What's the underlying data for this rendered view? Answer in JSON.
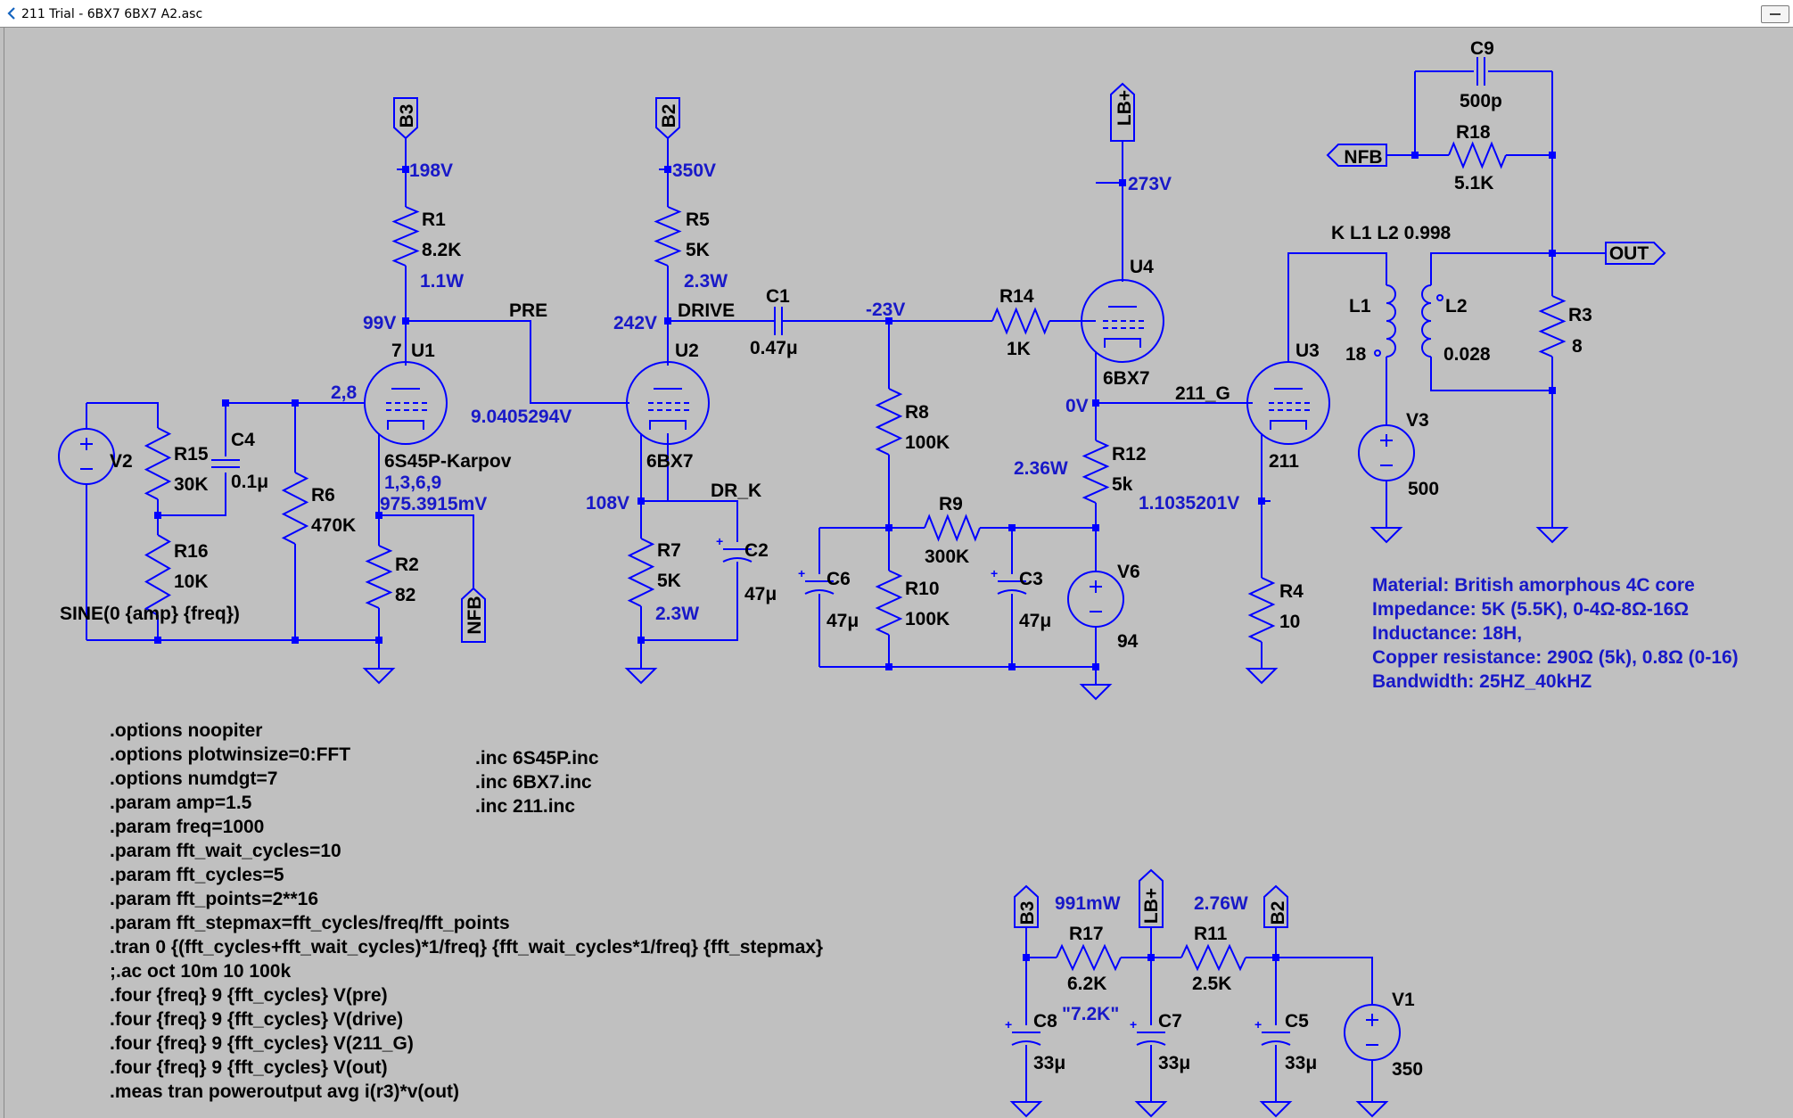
{
  "window": {
    "title": "211 Trial - 6BX7 6BX7 A2.asc"
  },
  "colors": {
    "wire": "#0000ff",
    "node_label": "#1818c8",
    "text": "#000000",
    "background": "#c0c0c0"
  },
  "ports": {
    "b3_top": "B3",
    "b2_top": "B2",
    "lbplus_top": "LB+",
    "nfb_right": "NFB",
    "nfb_bottom": "NFB",
    "out": "OUT",
    "b3_psu": "B3",
    "lbplus_psu": "LB+",
    "b2_psu": "B2"
  },
  "voltages": {
    "v198": "198V",
    "v350": "350V",
    "v273": "273V",
    "v99": "99V",
    "v242": "242V",
    "vm23": "-23V",
    "v0": "0V",
    "v9040": "9.0405294V",
    "v975": "975.3915mV",
    "v108": "108V",
    "v11035": "1.1035201V"
  },
  "powers": {
    "r1": "1.1W",
    "r5": "2.3W",
    "r7": "2.3W",
    "r12": "2.36W",
    "r17": "991mW",
    "r11": "2.76W"
  },
  "nets": {
    "pre": "PRE",
    "drive": "DRIVE",
    "dr_k": "DR_K",
    "g211": "211_G"
  },
  "coupling": "K L1 L2 0.998",
  "components": {
    "r1": {
      "name": "R1",
      "value": "8.2K"
    },
    "r5": {
      "name": "R5",
      "value": "5K"
    },
    "c1": {
      "name": "C1",
      "value": "0.47μ"
    },
    "r14": {
      "name": "R14",
      "value": "1K"
    },
    "u1": {
      "name": "U1",
      "pin": "7",
      "pins_g": "2,8",
      "pins_k": "1,3,6,9",
      "model": "6S45P-Karpov"
    },
    "u2": {
      "name": "U2",
      "model": "6BX7"
    },
    "u4": {
      "name": "U4",
      "model": "6BX7"
    },
    "u3": {
      "name": "U3",
      "model": "211"
    },
    "v2": {
      "name": "V2",
      "value": "SINE(0 {amp} {freq})"
    },
    "r15": {
      "name": "R15",
      "value": "30K"
    },
    "c4": {
      "name": "C4",
      "value": "0.1μ"
    },
    "r16": {
      "name": "R16",
      "value": "10K"
    },
    "r6": {
      "name": "R6",
      "value": "470K"
    },
    "r2": {
      "name": "R2",
      "value": "82"
    },
    "r7": {
      "name": "R7",
      "value": "5K"
    },
    "c2": {
      "name": "C2",
      "value": "47μ"
    },
    "r8": {
      "name": "R8",
      "value": "100K"
    },
    "r9": {
      "name": "R9",
      "value": "300K"
    },
    "c6": {
      "name": "C6",
      "value": "47μ"
    },
    "r10": {
      "name": "R10",
      "value": "100K"
    },
    "c3": {
      "name": "C3",
      "value": "47μ"
    },
    "r12": {
      "name": "R12",
      "value": "5k"
    },
    "v6": {
      "name": "V6",
      "value": "94"
    },
    "r4": {
      "name": "R4",
      "value": "10"
    },
    "l1": {
      "name": "L1",
      "value": "18"
    },
    "l2": {
      "name": "L2",
      "value": "0.028"
    },
    "v3": {
      "name": "V3",
      "value": "500"
    },
    "r3": {
      "name": "R3",
      "value": "8"
    },
    "c9": {
      "name": "C9",
      "value": "500p"
    },
    "r18": {
      "name": "R18",
      "value": "5.1K"
    },
    "r17": {
      "name": "R17",
      "value": "6.2K",
      "note": "\"7.2K\""
    },
    "r11": {
      "name": "R11",
      "value": "2.5K"
    },
    "c8": {
      "name": "C8",
      "value": "33μ"
    },
    "c7": {
      "name": "C7",
      "value": "33μ"
    },
    "c5": {
      "name": "C5",
      "value": "33μ"
    },
    "v1": {
      "name": "V1",
      "value": "350"
    }
  },
  "transformer_notes": [
    "Material: British amorphous 4C core",
    "Impedance: 5K (5.5K), 0-4Ω-8Ω-16Ω",
    "Inductance: 18H,",
    "Copper resistance: 290Ω (5k), 0.8Ω (0-16)",
    "Bandwidth: 25HZ_40kHZ"
  ],
  "spice_directives": [
    ".options noopiter",
    ".options plotwinsize=0:FFT",
    ".options numdgt=7",
    ".param amp=1.5",
    ".param freq=1000",
    ".param fft_wait_cycles=10",
    ".param fft_cycles=5",
    ".param fft_points=2**16",
    ".param fft_stepmax=fft_cycles/freq/fft_points",
    ".tran 0 {(fft_cycles+fft_wait_cycles)*1/freq} {fft_wait_cycles*1/freq} {fft_stepmax}",
    ";.ac oct 10m 10 100k",
    ".four {freq} 9 {fft_cycles} V(pre)",
    ".four {freq} 9 {fft_cycles} V(drive)",
    ".four {freq} 9 {fft_cycles} V(211_G)",
    ".four {freq} 9 {fft_cycles} V(out)",
    ".meas tran poweroutput avg i(r3)*v(out)"
  ],
  "includes": [
    ".inc 6S45P.inc",
    ".inc 6BX7.inc",
    ".inc 211.inc"
  ]
}
